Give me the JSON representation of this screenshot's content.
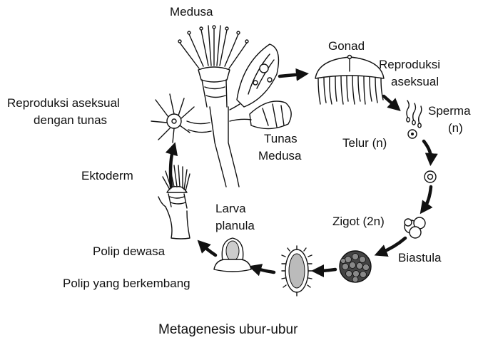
{
  "labels": {
    "medusa": "Medusa",
    "gonad": "Gonad",
    "reproduksi_aseksual_line1": "Reproduksi",
    "reproduksi_aseksual_line2": "aseksual",
    "sperma_line1": "Sperma",
    "sperma_line2": "(n)",
    "telur": "Telur (n)",
    "zigot": "Zigot (2n)",
    "biastula": "Biastula",
    "larva_line1": "Larva",
    "larva_line2": "planula",
    "polip_berkembang": "Polip yang berkembang",
    "polip_dewasa": "Polip dewasa",
    "ektoderm": "Ektoderm",
    "tunas_reproduksi_line1": "Reproduksi aseksual",
    "tunas_reproduksi_line2": "dengan tunas",
    "tunas_medusa_line1": "Tunas",
    "tunas_medusa_line2": "Medusa"
  },
  "caption": "Metagenesis ubur-ubur"
}
